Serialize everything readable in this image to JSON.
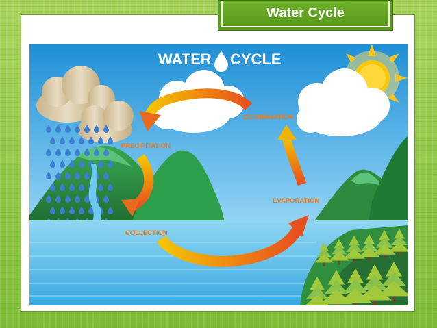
{
  "slide": {
    "title": "Water Cycle"
  },
  "diagram": {
    "heading_part1": "WATER",
    "heading_part2": "CYCLE",
    "labels": {
      "condensation": "CONDENSATION",
      "precipitation": "PRECIPITATION",
      "evaporation": "EVAPORATION",
      "collection": "COLLECTION"
    }
  },
  "colors": {
    "background_green": "#8cc63f",
    "title_bar": "#5b9c1f",
    "sky_top": "#1e8fd6",
    "sky_bottom": "#bfe6f8",
    "water": "#5bbfe8",
    "mountain": "#2e8b3e",
    "arrow_start": "#f0b400",
    "arrow_end": "#e8501e",
    "label_text": "#f07818"
  }
}
